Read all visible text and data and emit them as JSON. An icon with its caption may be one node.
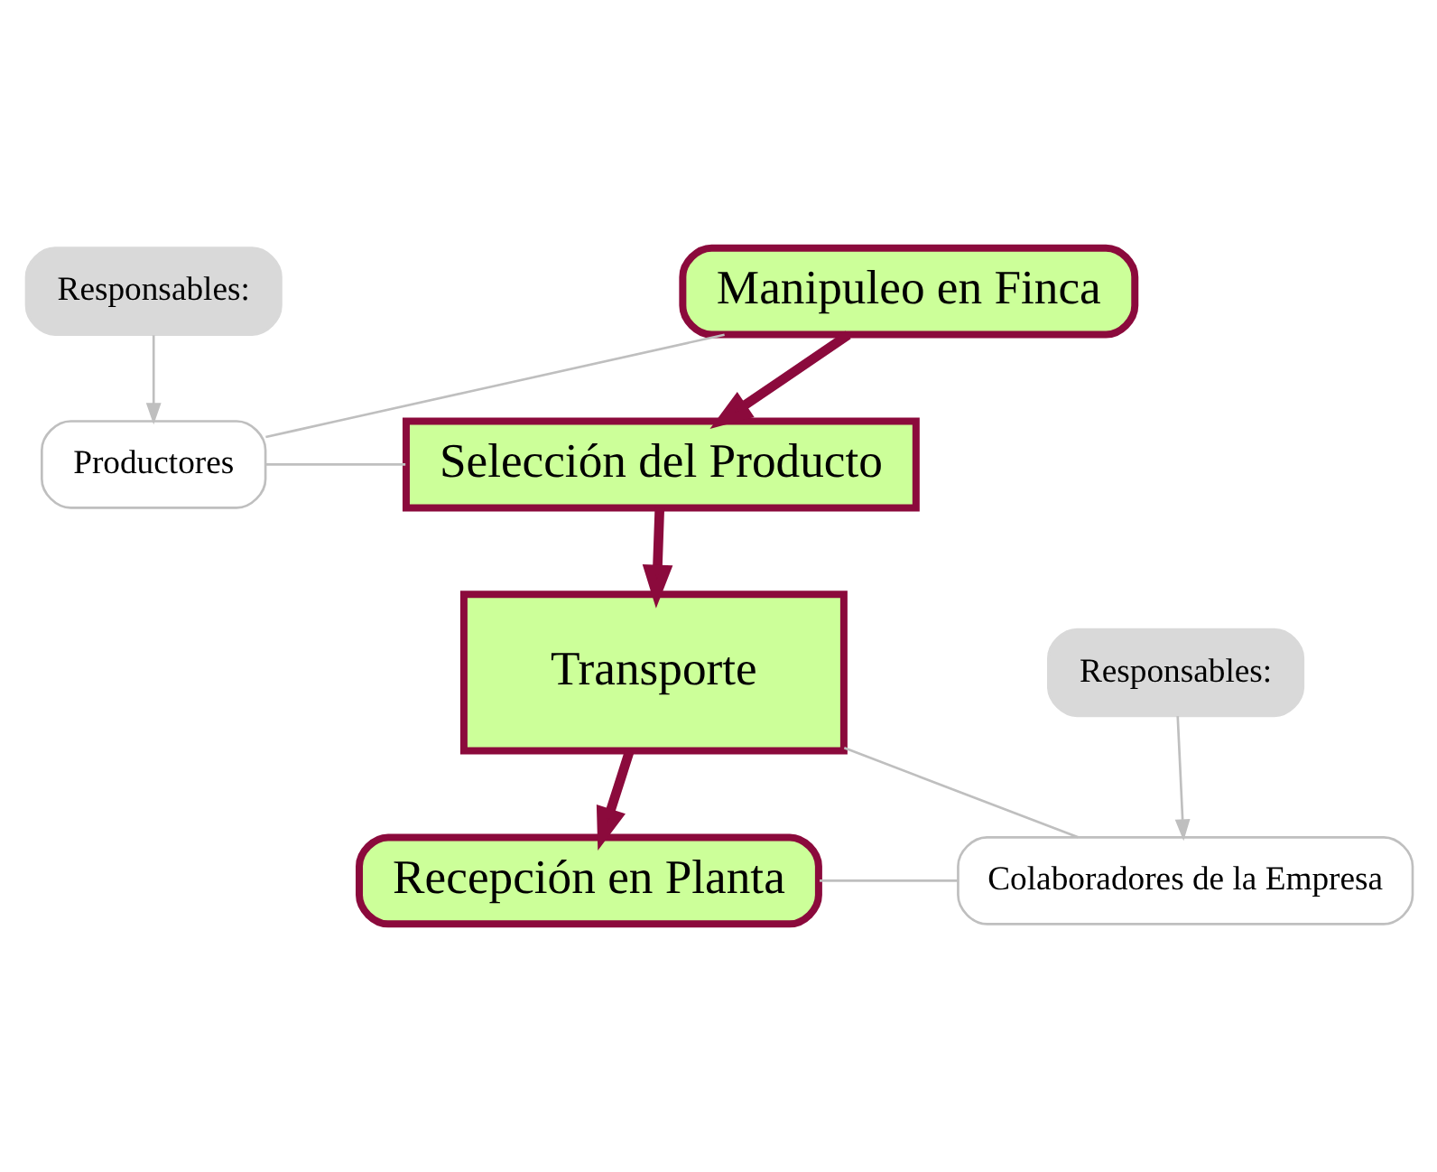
{
  "diagram": {
    "nodes": [
      {
        "text": [
          "Responsables:"
        ]
      },
      {
        "text": [
          "Productores"
        ]
      },
      {
        "text": [
          "Manipuleo en Finca"
        ]
      },
      {
        "text": [
          "Selección del Producto"
        ]
      },
      {
        "text": [
          "Transporte"
        ]
      },
      {
        "text": [
          "Recepción en Planta"
        ]
      },
      {
        "text": [
          "Responsables:"
        ]
      },
      {
        "text": [
          "Colaboradores de la Empresa"
        ]
      }
    ],
    "edges": [
      {
        "from": 0,
        "to": 1,
        "arrow": "to"
      },
      {
        "from": 1,
        "to": 2,
        "arrow": "none"
      },
      {
        "from": 1,
        "to": 3,
        "arrow": "none"
      },
      {
        "from": 2,
        "to": 3,
        "arrow": "to",
        "style": "thick",
        "color": "#8b0a3c"
      },
      {
        "from": 3,
        "to": 4,
        "arrow": "to",
        "style": "thick",
        "color": "#8b0a3c"
      },
      {
        "from": 4,
        "to": 5,
        "arrow": "to",
        "style": "thick",
        "color": "#8b0a3c"
      },
      {
        "from": 6,
        "to": 7,
        "arrow": "to"
      },
      {
        "from": 7,
        "to": 4,
        "arrow": "none"
      },
      {
        "from": 7,
        "to": 5,
        "arrow": "none"
      }
    ]
  }
}
